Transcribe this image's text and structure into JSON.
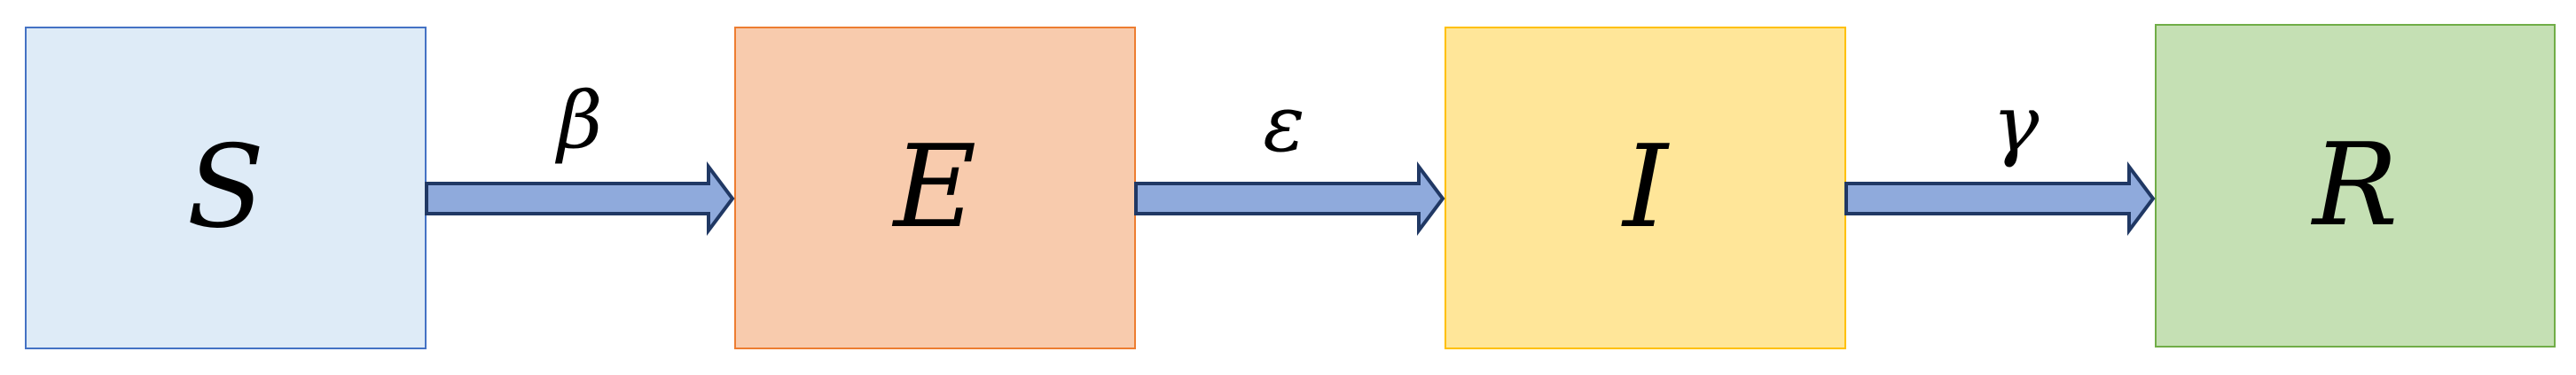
{
  "colors": {
    "s_fill": "#DEEBF7",
    "s_border": "#4472C4",
    "e_fill": "#F8CBAD",
    "e_border": "#ED7D31",
    "i_fill": "#FFE699",
    "i_border": "#FFC000",
    "r_fill": "#C5E0B4",
    "r_border": "#70AD47",
    "arrow_fill": "#8FAADC",
    "arrow_border": "#203864"
  },
  "compartments": {
    "s": "S",
    "e": "E",
    "i": "I",
    "r": "R"
  },
  "rates": {
    "s_to_e": "β",
    "e_to_i": "ε",
    "i_to_r": "γ"
  }
}
